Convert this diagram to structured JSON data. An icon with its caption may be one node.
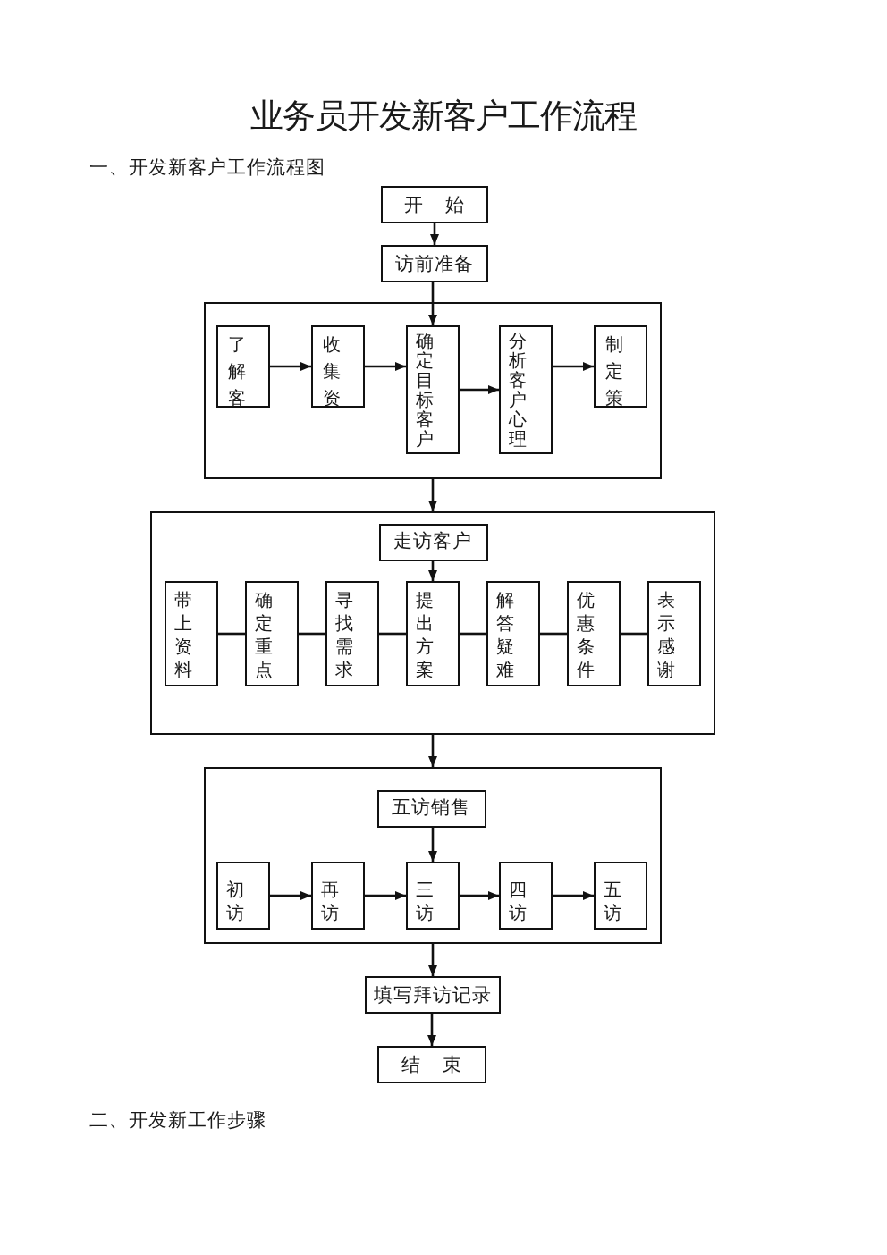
{
  "diagram": {
    "title": "业务员开发新客户工作流程",
    "nodes": [
      {
        "text": [
          "开 始"
        ]
      },
      {
        "text": [
          "访前准备"
        ]
      },
      {
        "text": [],
        "shape": "box"
      },
      {
        "text": [
          "了解客"
        ],
        "in": 2
      },
      {
        "text": [
          "收集资"
        ],
        "in": 2
      },
      {
        "text": [
          "确定目标客户"
        ],
        "in": 2
      },
      {
        "text": [
          "分析客户心理"
        ],
        "in": 2
      },
      {
        "text": [
          "制定策"
        ],
        "in": 2
      },
      {
        "text": [],
        "shape": "box"
      },
      {
        "text": [
          "走访客户"
        ],
        "in": 8
      },
      {
        "text": [
          "带上资料"
        ],
        "in": 8
      },
      {
        "text": [
          "确定重点"
        ],
        "in": 8
      },
      {
        "text": [
          "寻找需求"
        ],
        "in": 8
      },
      {
        "text": [
          "提出方案"
        ],
        "in": 8
      },
      {
        "text": [
          "解答疑难"
        ],
        "in": 8
      },
      {
        "text": [
          "优惠条件"
        ],
        "in": 8
      },
      {
        "text": [
          "表示感谢"
        ],
        "in": 8
      },
      {
        "text": [],
        "shape": "box"
      },
      {
        "text": [
          "五访销售"
        ],
        "in": 17
      },
      {
        "text": [
          "初访"
        ],
        "in": 17
      },
      {
        "text": [
          "再访"
        ],
        "in": 17
      },
      {
        "text": [
          "三访"
        ],
        "in": 17
      },
      {
        "text": [
          "四访"
        ],
        "in": 17
      },
      {
        "text": [
          "五访"
        ],
        "in": 17
      },
      {
        "text": [
          "填写拜访记录"
        ]
      },
      {
        "text": [
          "结 束"
        ]
      }
    ],
    "edges": [
      {
        "from": 0,
        "to": 1,
        "arrow": "to"
      },
      {
        "from": 1,
        "to": 5,
        "arrow": "to"
      },
      {
        "from": 3,
        "to": 4,
        "arrow": "to"
      },
      {
        "from": 4,
        "to": 5,
        "arrow": "to"
      },
      {
        "from": 5,
        "to": 6,
        "arrow": "to"
      },
      {
        "from": 6,
        "to": 7,
        "arrow": "to"
      },
      {
        "from": 2,
        "to": 8,
        "arrow": "to"
      },
      {
        "from": 9,
        "to": 13,
        "arrow": "to"
      },
      {
        "from": 10,
        "to": 11,
        "arrow": "none"
      },
      {
        "from": 11,
        "to": 12,
        "arrow": "none"
      },
      {
        "from": 12,
        "to": 13,
        "arrow": "none"
      },
      {
        "from": 13,
        "to": 14,
        "arrow": "none"
      },
      {
        "from": 14,
        "to": 15,
        "arrow": "none"
      },
      {
        "from": 15,
        "to": 16,
        "arrow": "none"
      },
      {
        "from": 8,
        "to": 17,
        "arrow": "to"
      },
      {
        "from": 18,
        "to": 21,
        "arrow": "to"
      },
      {
        "from": 19,
        "to": 20,
        "arrow": "to"
      },
      {
        "from": 20,
        "to": 21,
        "arrow": "to"
      },
      {
        "from": 21,
        "to": 22,
        "arrow": "to"
      },
      {
        "from": 22,
        "to": 23,
        "arrow": "to"
      },
      {
        "from": 17,
        "to": 24,
        "arrow": "to"
      },
      {
        "from": 24,
        "to": 25,
        "arrow": "to"
      }
    ],
    "labels": [
      "一、开发新客户工作流程图",
      "二、开发新工作步骤"
    ]
  }
}
